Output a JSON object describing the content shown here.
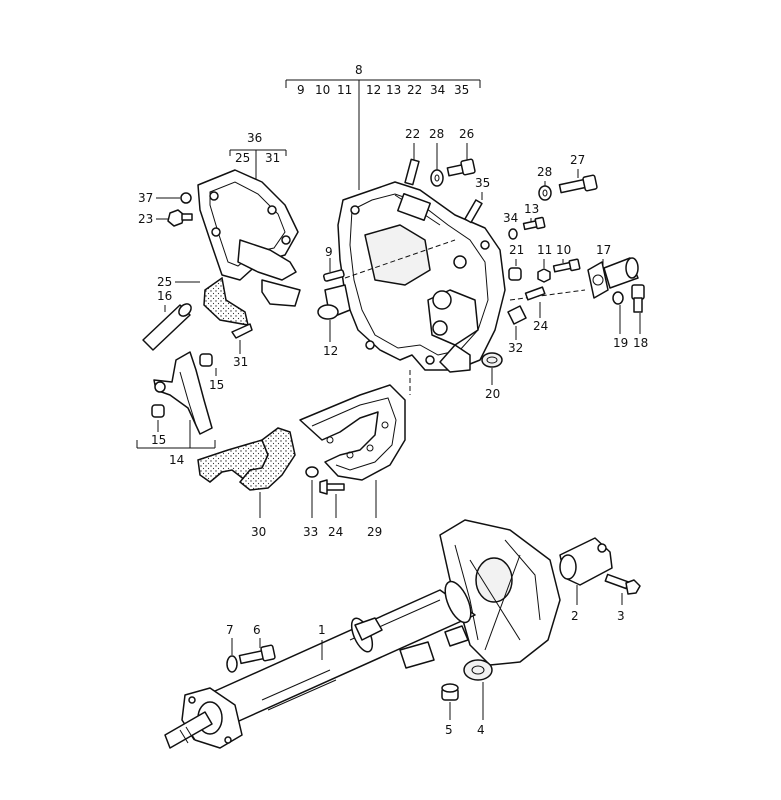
{
  "labels": {
    "p1": "1",
    "p2": "2",
    "p3": "3",
    "p4": "4",
    "p5": "5",
    "p6": "6",
    "p7": "7",
    "p8": "8",
    "p8_sub": [
      "9",
      "10",
      "11",
      "12",
      "13",
      "22",
      "34",
      "35"
    ],
    "p9": "9",
    "p10": "10",
    "p11": "11",
    "p12": "12",
    "p13": "13",
    "p14": "14",
    "p15a": "15",
    "p15b": "15",
    "p16": "16",
    "p17": "17",
    "p18": "18",
    "p19": "19",
    "p20": "20",
    "p21": "21",
    "p22": "22",
    "p23": "23",
    "p24a": "24",
    "p24b": "24",
    "p25": "25",
    "p26": "26",
    "p27": "27",
    "p28a": "28",
    "p28b": "28",
    "p29": "29",
    "p30": "30",
    "p31": "31",
    "p32": "32",
    "p33": "33",
    "p34": "34",
    "p35": "35",
    "p36": "36",
    "p36_sub": [
      "25",
      "31"
    ],
    "p37": "37"
  }
}
